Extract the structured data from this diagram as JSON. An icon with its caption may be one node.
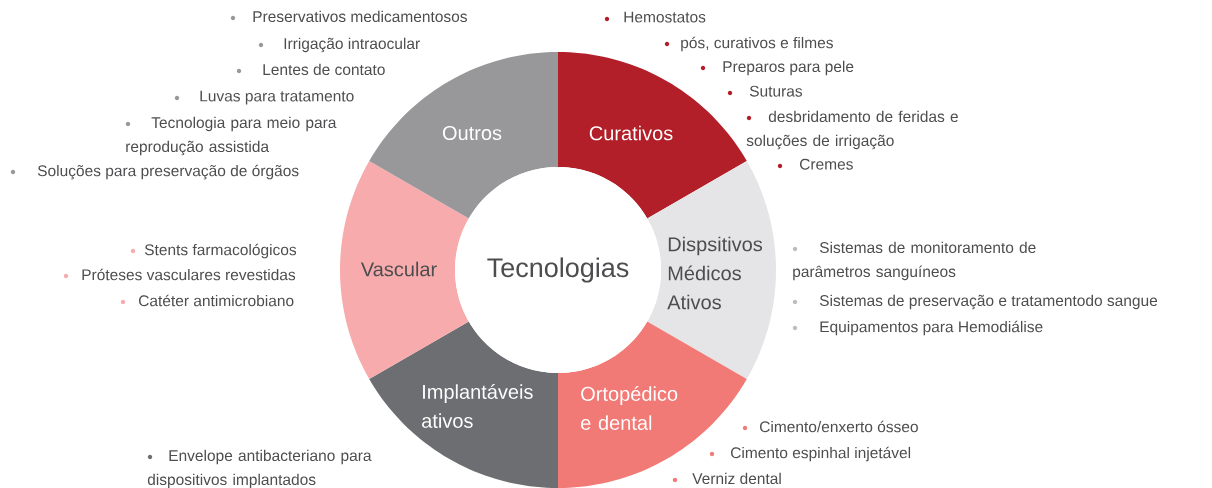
{
  "diagram": {
    "nodes": [
      {
        "text": [
          "Tecnologias"
        ]
      },
      {
        "text": [
          "Curativos"
        ],
        "beside": [
          "Hemostatos",
          "pós, curativos e filmes",
          "Preparos para pele",
          "Suturas",
          "desbridamento de feridas e soluções de irrigação",
          "Cremes"
        ]
      },
      {
        "text": [
          "Dispsitivos Médicos Ativos"
        ],
        "beside": [
          "Sistemas de monitoramento de parâmetros sanguíneos",
          "Sistemas de preservação e tratamentodo sangue",
          "Equipamentos para Hemodiálise"
        ]
      },
      {
        "text": [
          "Ortopédico e dental"
        ],
        "beside": [
          "Cimento/enxerto ósseo",
          "Cimento espinhal injetável",
          "Verniz dental"
        ]
      },
      {
        "text": [
          "Implantáveis ativos"
        ],
        "beside": [
          "Envelope antibacteriano para dispositivos implantados"
        ]
      },
      {
        "text": [
          "Vascular"
        ],
        "beside": [
          "Stents farmacológicos",
          "Próteses vasculares revestidas",
          "Catéter antimicrobiano"
        ]
      },
      {
        "text": [
          "Outros"
        ],
        "beside": [
          "Preservativos medicamentosos",
          "Irrigação intraocular",
          "Lentes de contato",
          "Luvas para tratamento",
          "Tecnologia para meio para reprodução assistida",
          "Soluções para preservação de órgãos"
        ]
      }
    ]
  }
}
